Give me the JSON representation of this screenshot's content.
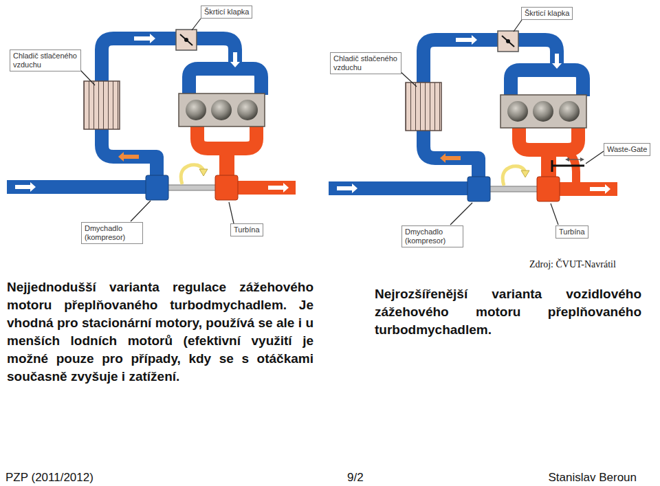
{
  "diagram": {
    "nodes": [
      {
        "text": [
          "Škrticí klapka"
        ]
      },
      {
        "text": [
          "Chladič stlačeného vzduchu"
        ]
      },
      {
        "text": [
          "Dmychadlo (kompresor)"
        ]
      },
      {
        "text": [
          "Turbína"
        ]
      },
      {
        "text": [
          "Škrticí klapka"
        ]
      },
      {
        "text": [
          "Chladič stlačeného vzduchu"
        ]
      },
      {
        "text": [
          "Waste-Gate"
        ]
      },
      {
        "text": [
          "Dmychadlo (kompresor)"
        ]
      },
      {
        "text": [
          "Turbína"
        ]
      }
    ],
    "labels": [
      "Zdroj: ČVUT-Navrátil",
      "Nejjednodušší varianta regulace zážehového motoru přeplňovaného turbodmychadlem. Je vhodná pro stacionární motory, používá se ale i u menších lodních motorů (efektivní využití je možné pouze pro případy, kdy se s otáčkami současně zvyšuje i zatížení.",
      "Nejrozšířenější varianta vozidlového zážehového motoru přeplňovaného turbodmychadlem.",
      "PZP (2011/2012)",
      "9/2",
      "Stanislav Beroun"
    ]
  }
}
